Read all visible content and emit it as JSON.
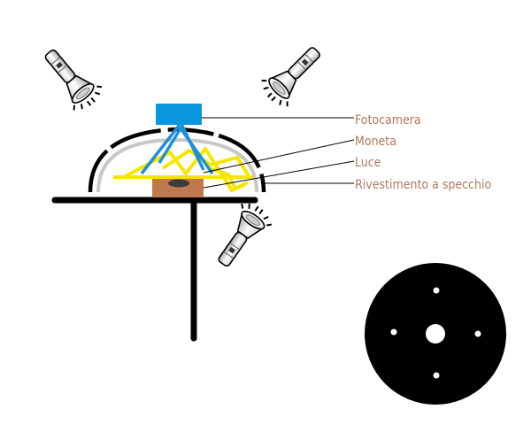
{
  "labels": {
    "camera": "Fotocamera",
    "coin": "Moneta",
    "light": "Luce",
    "mirror": "Rivestimento a specchio"
  },
  "colors": {
    "label_text": "#b0785a",
    "camera": "#0a96dc",
    "camera_rays": "#1e90d8",
    "light_rays": "#f5e600",
    "coin_block": "#c0784f",
    "dome_outline": "#000000",
    "mirror_coating": "#c8c8c8",
    "leader_line": "#000000",
    "disc": "#000000"
  },
  "icons": {
    "lamp_left": "flashlight-icon",
    "lamp_right": "flashlight-icon",
    "lamp_bottom": "flashlight-icon"
  }
}
